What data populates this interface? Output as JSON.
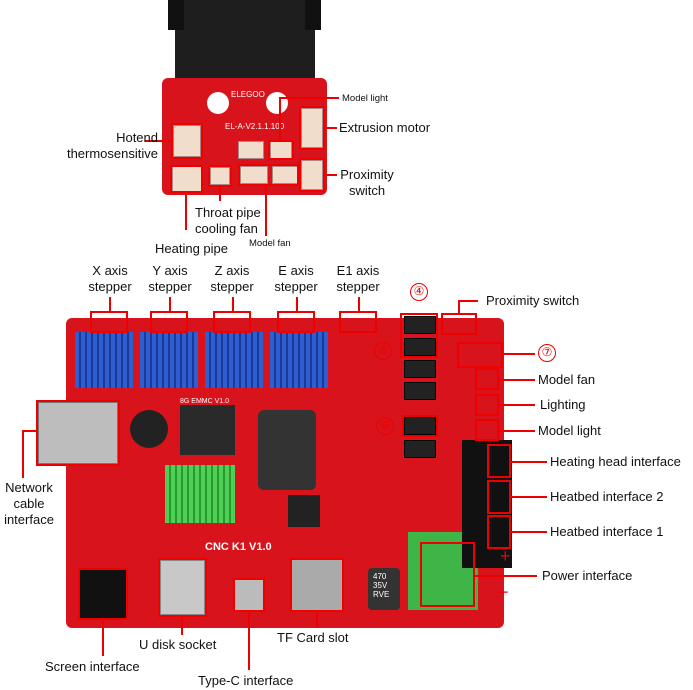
{
  "top_board": {
    "silk_brand": "ELEGOO",
    "silk_version": "EL-A-V2.1.1.100",
    "labels": {
      "model_light": "Model light",
      "extrusion_motor": "Extrusion motor",
      "proximity_switch": "Proximity\nswitch",
      "hotend_thermo": "Hotend\nthermosensitive",
      "throat_fan": "Throat pipe\ncooling fan",
      "heating_pipe": "Heating pipe",
      "model_fan": "Model fan"
    }
  },
  "main_board": {
    "silk_name": "CNC K1 V1.0",
    "silk_emmc": "8G EMMC V1.0",
    "capacitor": "470\n35V\nRVE",
    "steppers": [
      "X axis\nstepper",
      "Y axis\nstepper",
      "Z axis\nstepper",
      "E axis\nstepper",
      "E1 axis\nstepper"
    ],
    "markers": {
      "four": "④",
      "five": "⑤",
      "six": "⑥",
      "seven": "⑦"
    },
    "labels": {
      "proximity_switch": "Proximity switch",
      "model_fan": "Model fan",
      "lighting": "Lighting",
      "model_light": "Model light",
      "heating_head": "Heating head interface",
      "heatbed2": "Heatbed interface 2",
      "heatbed1": "Heatbed interface 1",
      "power": "Power interface",
      "plus": "+",
      "minus": "−",
      "network": "Network\ncable\ninterface",
      "screen": "Screen interface",
      "udisk": "U disk socket",
      "tf": "TF Card slot",
      "typec": "Type-C interface"
    }
  },
  "colors": {
    "callout": "#e00000",
    "pcb": "#d8131c"
  }
}
